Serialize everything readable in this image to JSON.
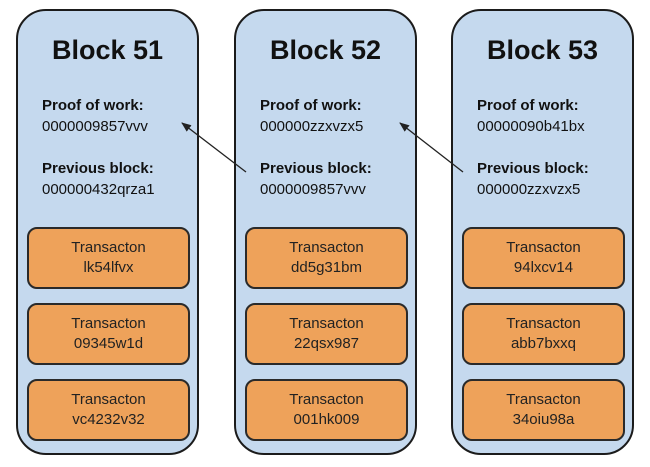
{
  "blocks": [
    {
      "title": "Block 51",
      "proof_label": "Proof of work:",
      "proof_value": "0000009857vvv",
      "prev_label": "Previous block:",
      "prev_value": "000000432qrza1",
      "transactions": [
        {
          "label": "Transacton",
          "id": "lk54lfvx"
        },
        {
          "label": "Transacton",
          "id": "09345w1d"
        },
        {
          "label": "Transacton",
          "id": "vc4232v32"
        }
      ]
    },
    {
      "title": "Block 52",
      "proof_label": "Proof of work:",
      "proof_value": "000000zzxvzx5",
      "prev_label": "Previous block:",
      "prev_value": "0000009857vvv",
      "transactions": [
        {
          "label": "Transacton",
          "id": "dd5g31bm"
        },
        {
          "label": "Transacton",
          "id": "22qsx987"
        },
        {
          "label": "Transacton",
          "id": "001hk009"
        }
      ]
    },
    {
      "title": "Block 53",
      "proof_label": "Proof of work:",
      "proof_value": "00000090b41bx",
      "prev_label": "Previous block:",
      "prev_value": "000000zzxvzx5",
      "transactions": [
        {
          "label": "Transacton",
          "id": "94lxcv14"
        },
        {
          "label": "Transacton",
          "id": "abb7bxxq"
        },
        {
          "label": "Transacton",
          "id": "34oiu98a"
        }
      ]
    }
  ],
  "colors": {
    "block_fill": "#c5d9ee",
    "transaction_fill": "#eea25a",
    "outline": "#1b1b1b"
  }
}
